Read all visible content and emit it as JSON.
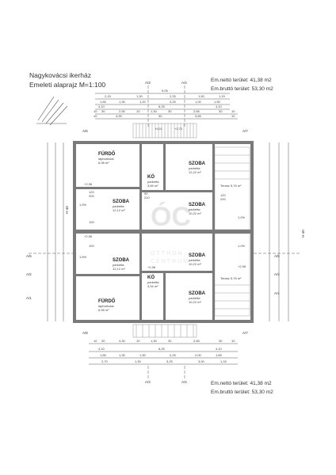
{
  "header": {
    "title_line1": "Nagykovácsi ikerház",
    "title_line2": "Emeleti alaprajz M=1:100",
    "net_area": "Em.nettó terület: 41,38 m2",
    "gross_area": "Em.bruttó terület: 53,30 m2"
  },
  "footer": {
    "net_area": "Em.nettó terület: 41,38 m2",
    "gross_area": "Em.bruttó terület: 53,30 m2"
  },
  "section_marks": {
    "a3": "A/3",
    "a4": "A/4",
    "a5": "A/5",
    "a6": "A/6",
    "a7": "A/7",
    "a1": "A/1",
    "a2": "A/2",
    "a8": "A/8",
    "h40": "H-40",
    "h01": "H-01"
  },
  "top_dims": {
    "overall": "9,05",
    "row1": [
      "2,15",
      "1,30",
      "2,25",
      "1,50",
      "1,15"
    ],
    "row2": [
      "1,65",
      "1,30",
      "1,20",
      "2,25",
      "1,00",
      "1,50"
    ],
    "row3": [
      "4,10",
      "8,25",
      "4,10"
    ],
    "row4": [
      "10",
      "30",
      "2,90",
      "10",
      "1,30",
      "30",
      "2,65",
      "30",
      "10"
    ],
    "row5": [
      "10",
      "4,90",
      "30",
      "3,65",
      "10"
    ]
  },
  "bottom_dims": {
    "row1": [
      "10",
      "30",
      "4,30",
      "10",
      "1,30",
      "30",
      "2,65",
      "30",
      "10"
    ],
    "row2": [
      "4,10",
      "8,25",
      "4,10"
    ],
    "row3": [
      "1,65",
      "1,30",
      "1,90",
      "2,25",
      "2,00",
      "1,65"
    ],
    "row4": [
      "2,70",
      "1,30",
      "3,25",
      "3,00",
      "1,15"
    ]
  },
  "rooms": {
    "furdo_top": {
      "name": "FÜRDŐ",
      "floor": "lapburkolat",
      "area": "6,98 m²"
    },
    "ko_top": {
      "name": "KÖ",
      "floor": "parketta",
      "area": "3,89 m²"
    },
    "szoba_tr": {
      "name": "SZOBA",
      "floor": "parketta",
      "area": "12,22 m²"
    },
    "szoba_l1": {
      "name": "SZOBA",
      "floor": "parketta",
      "area": "12,12 m²"
    },
    "szoba_r1": {
      "name": "SZOBA",
      "floor": "parketta",
      "area": "10,22 m²"
    },
    "szoba_l2": {
      "name": "SZOBA",
      "floor": "parketta",
      "area": "12,12 m²"
    },
    "szoba_r2": {
      "name": "SZOBA",
      "floor": "parketta",
      "area": "10,22 m²"
    },
    "ko_bot": {
      "name": "KÖ",
      "floor": "parketta",
      "area": "3,94 m²"
    },
    "szoba_br": {
      "name": "SZOBA",
      "floor": "parketta",
      "area": "10,22 m²"
    },
    "furdo_bot": {
      "name": "FÜRDŐ",
      "floor": "lapburkolat",
      "area": "6,98 m²"
    }
  },
  "terraces": {
    "top": "Terasz 5,76 m²",
    "bot": "Terasz 5,76 m²"
  },
  "levels": {
    "l1": "+2,96",
    "l2": "+2,96",
    "l3": "+2,96",
    "l4": "+2,96",
    "l5": "+2,71"
  },
  "slopes": {
    "s1": "1,5%",
    "s2": "1,5%",
    "s3": "1,0%",
    "s4": "1,0%"
  },
  "openings": [
    "120",
    "200",
    "100",
    "100",
    "120",
    "200",
    "90",
    "210"
  ],
  "watermark": {
    "logo": "ÓC",
    "line1": "OTTHON",
    "line2": "CENTRUM"
  }
}
